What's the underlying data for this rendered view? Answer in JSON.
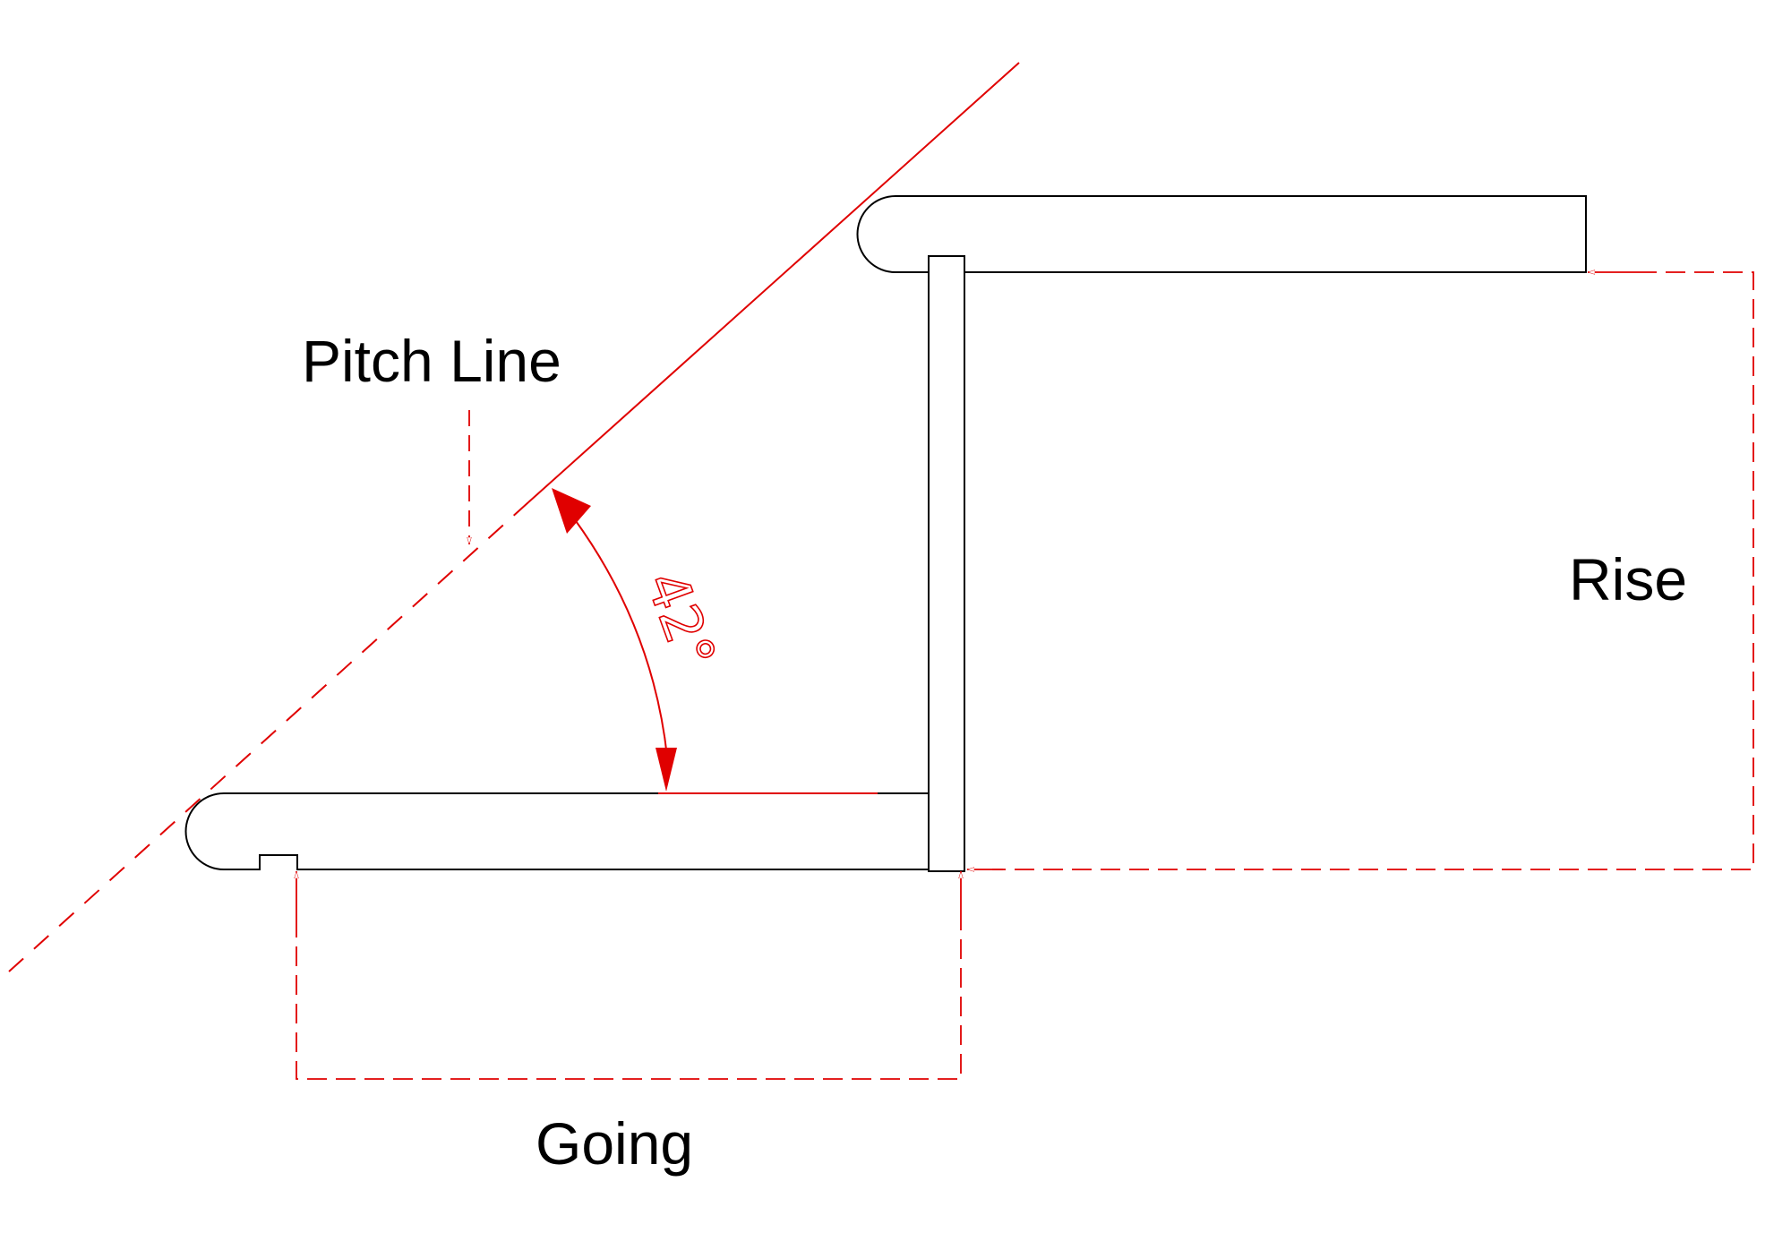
{
  "labels": {
    "pitch_line": "Pitch Line",
    "rise": "Rise",
    "going": "Going",
    "angle": "42°"
  },
  "colors": {
    "outline": "#000000",
    "dimension": "#e00000",
    "background": "#ffffff"
  }
}
